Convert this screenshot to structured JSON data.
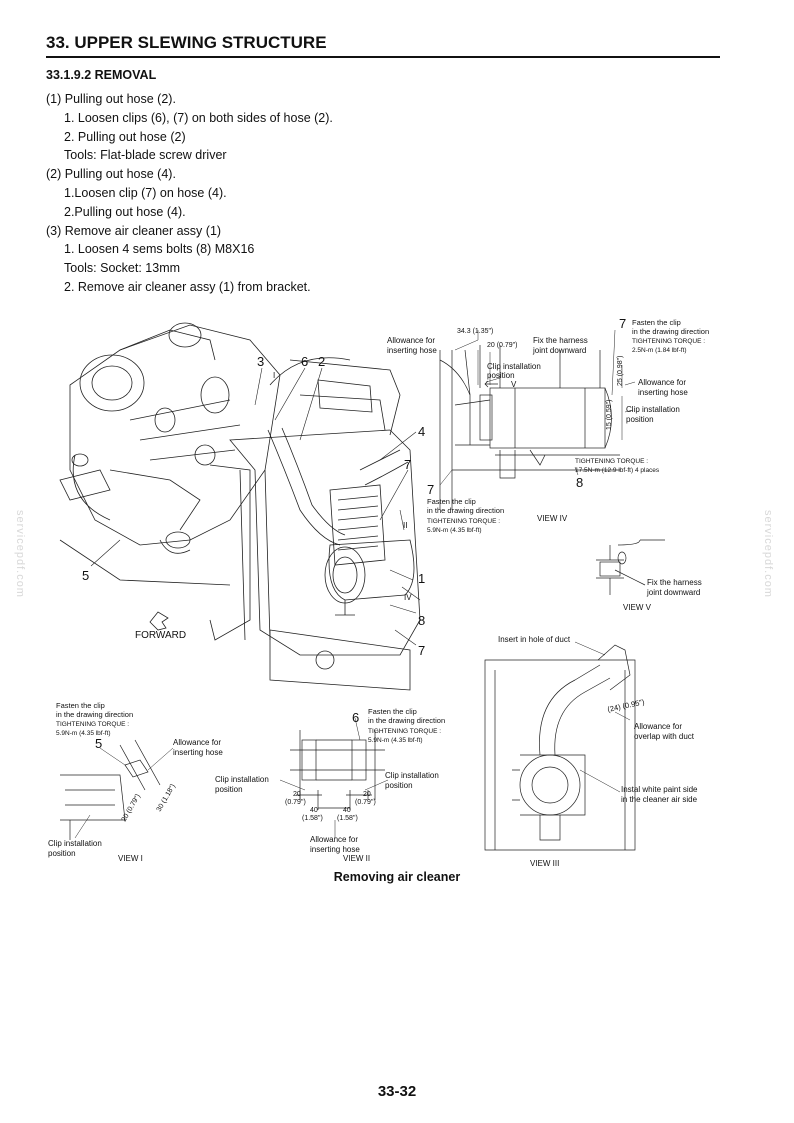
{
  "header": {
    "title": "33.  UPPER SLEWING STRUCTURE"
  },
  "section": {
    "heading": "33.1.9.2 REMOVAL"
  },
  "steps": [
    "(1) Pulling out hose (2).",
    "1. Loosen clips (6), (7) on both sides of hose (2).",
    "2. Pulling out hose (2)",
    "Tools: Flat-blade screw driver",
    "(2) Pulling out hose (4).",
    "1.Loosen clip (7) on hose (4).",
    "2.Pulling out hose (4).",
    "(3) Remove air cleaner assy (1)",
    "1. Loosen 4 sems bolts (8) M8X16",
    "Tools: Socket: 13mm",
    "2. Remove air cleaner assy (1) from bracket."
  ],
  "watermark": "servicepdf.com",
  "figure": {
    "callouts": {
      "c3": "3",
      "c6": "6",
      "c2": "2",
      "c4": "4",
      "c7a": "7",
      "c7b": "7",
      "c1": "1",
      "c8": "8",
      "c5": "5",
      "c7c": "7"
    },
    "forward": "FORWARD",
    "view4": {
      "dim_343": "34.3 (1.35\")",
      "dim_20": "20 (0.79\")",
      "allow1": "Allowance for",
      "allow2": "inserting hose",
      "fix1": "Fix the harness",
      "fix2": "joint downward",
      "clip1": "Clip installation",
      "clip2": "position",
      "num7": "7",
      "fasten1": "Fasten the clip",
      "fasten2": "in the drawing direction",
      "torque_label": "TIGHTENING TORQUE :",
      "torque_val": "2.5N-m (1.84 lbf-ft)",
      "dim_25": "25 (0.98\")",
      "dim_15": "15 (0.59\")",
      "allow3": "Allowance for",
      "allow4": "inserting hose",
      "clip3": "Clip installation",
      "clip4": "position",
      "tt_label": "TIGHTENING TORQUE :",
      "tt_val": "17.5N-m (12.9 lbf-ft)  4 places",
      "num8": "8",
      "num7b": "7",
      "fasten3": "Fasten the clip",
      "fasten4": "in the drawing direction",
      "tt2_label": "TIGHTENING TORQUE :",
      "tt2_val": "5.9N-m (4.35 lbf-ft)",
      "view_label": "VIEW IV",
      "view_mark": "V"
    },
    "view5": {
      "fix1": "Fix the harness",
      "fix2": "joint downward",
      "view_label": "VIEW V"
    },
    "view3": {
      "insert": "Insert in hole of duct",
      "dim": "(24) (0.95\")",
      "overlap1": "Allowance for",
      "overlap2": "overlap with duct",
      "paint1": "Instal white paint side",
      "paint2": "in the cleaner air side",
      "view_label": "VIEW III"
    },
    "view1": {
      "fasten1": "Fasten the clip",
      "fasten2": "in the drawing direction",
      "tt_label": "TIGHTENING TORQUE :",
      "tt_val": "5.9N-m (4.35 lbf-ft)",
      "num5": "5",
      "allow1": "Allowance for",
      "allow2": "inserting hose",
      "dim20": "20 (0.79\")",
      "dim30": "30 (1.18\")",
      "clip1": "Clip installation",
      "clip2": "position",
      "view_label": "VIEW I"
    },
    "view2": {
      "num6": "6",
      "fasten1": "Fasten the clip",
      "fasten2": "in the drawing direction",
      "tt_label": "TIGHTENING TORQUE :",
      "tt_val": "5.9N-m (4.35 lbf-ft)",
      "clipL1": "Clip installation",
      "clipL2": "position",
      "clipR1": "Clip installation",
      "clipR2": "position",
      "d20a": "20",
      "d20a_in": "(0.79\")",
      "d40a": "40",
      "d40a_in": "(1.58\")",
      "d40b": "40",
      "d40b_in": "(1.58\")",
      "d20b": "20",
      "d20b_in": "(0.79\")",
      "allow1": "Allowance for",
      "allow2": "inserting hose",
      "view_label": "VIEW II"
    }
  },
  "caption": "Removing air cleaner",
  "footer": {
    "page_number": "33-32"
  }
}
